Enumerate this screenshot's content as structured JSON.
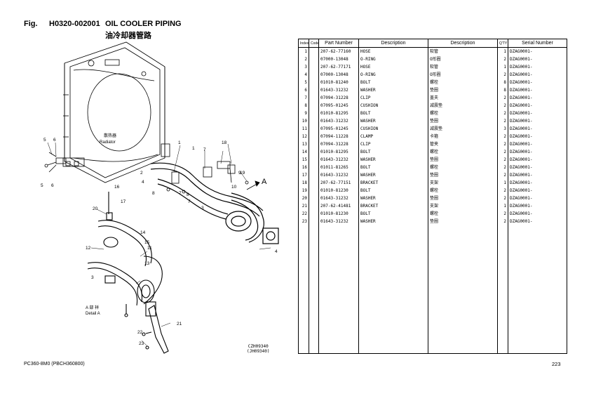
{
  "header": {
    "fig_label": "Fig.",
    "code": "H0320-002001",
    "title": "OIL COOLER PIPING",
    "title_cn": "油冷却器管路"
  },
  "diagram": {
    "radiator_cn": "散热器",
    "radiator_en": "Radiator",
    "detail_cn": "A 部 祥",
    "detail_en": "Detail A",
    "arrow_label": "A",
    "callouts": [
      "1",
      "1",
      "2",
      "3",
      "3",
      "4",
      "4",
      "5",
      "5",
      "6",
      "6",
      "7",
      "7",
      "7",
      "8",
      "8",
      "9",
      "10",
      "11",
      "12",
      "13",
      "14",
      "15",
      "16",
      "17",
      "18",
      "19",
      "20",
      "21",
      "22",
      "23"
    ],
    "fig_code_1": "CZH09340",
    "fig_code_2": "(JH09340)"
  },
  "table": {
    "headers": [
      "Index",
      "Code",
      "Part Number",
      "Description",
      "Description",
      "Q'TY",
      "Serial Number"
    ],
    "rows": [
      [
        "1",
        "",
        "207-62-77160",
        "HOSE",
        "软管",
        "1",
        "DZAG0001-"
      ],
      [
        "2",
        "",
        "07000-13048",
        "O-RING",
        "O形圈",
        "2",
        "DZAG0001-"
      ],
      [
        "3",
        "",
        "207-62-77171",
        "HOSE",
        "软管",
        "1",
        "DZAG0001-"
      ],
      [
        "4",
        "",
        "07000-13048",
        "O-RING",
        "O形圈",
        "2",
        "DZAG0001-"
      ],
      [
        "5",
        "",
        "01010-81240",
        "BOLT",
        "螺栓",
        "8",
        "DZAG0001-"
      ],
      [
        "6",
        "",
        "01643-31232",
        "WASHER",
        "垫圈",
        "8",
        "DZAG0001-"
      ],
      [
        "7",
        "",
        "07094-31228",
        "CLIP",
        "盖夫",
        "2",
        "DZAG0001-"
      ],
      [
        "8",
        "",
        "07095-01245",
        "CUSHION",
        "减震垫",
        "2",
        "DZAG0001-"
      ],
      [
        "9",
        "",
        "01010-81295",
        "BOLT",
        "螺栓",
        "2",
        "DZAG0001-"
      ],
      [
        "10",
        "",
        "01643-31232",
        "WASHER",
        "垫圈",
        "2",
        "DZAG0001-"
      ],
      [
        "11",
        "",
        "07095-01245",
        "CUSHION",
        "减震垫",
        "3",
        "DZAG0001-"
      ],
      [
        "12",
        "",
        "07094-11228",
        "CLAMP",
        "卡箍",
        "2",
        "DZAG0001-"
      ],
      [
        "13",
        "",
        "07094-31228",
        "CLIP",
        "管夹",
        "2",
        "DZAG0001-"
      ],
      [
        "14",
        "",
        "01010-81295",
        "BOLT",
        "螺栓",
        "2",
        "DZAG0001-"
      ],
      [
        "15",
        "",
        "01643-31232",
        "WASHER",
        "垫圈",
        "2",
        "DZAG0001-"
      ],
      [
        "16",
        "",
        "01011-81265",
        "BOLT",
        "螺栓",
        "2",
        "DZAG0001-"
      ],
      [
        "17",
        "",
        "01643-31232",
        "WASHER",
        "垫圈",
        "2",
        "DZAG0001-"
      ],
      [
        "18",
        "",
        "207-62-77151",
        "BRACKET",
        "支架",
        "1",
        "DZAG0001-"
      ],
      [
        "19",
        "",
        "01010-81230",
        "BOLT",
        "螺栓",
        "2",
        "DZAG0001-"
      ],
      [
        "20",
        "",
        "01643-31232",
        "WASHER",
        "垫圈",
        "2",
        "DZAG0001-"
      ],
      [
        "21",
        "",
        "207-62-41481",
        "BRACKET",
        "支架",
        "1",
        "DZAG0001-"
      ],
      [
        "22",
        "",
        "01010-81230",
        "BOLT",
        "螺栓",
        "2",
        "DZAG0001-"
      ],
      [
        "23",
        "",
        "01643-31232",
        "WASHER",
        "垫圈",
        "2",
        "DZAG0001-"
      ]
    ]
  },
  "footer": {
    "model": "PC360-8M0 (PBCH360800)",
    "page": "223"
  }
}
